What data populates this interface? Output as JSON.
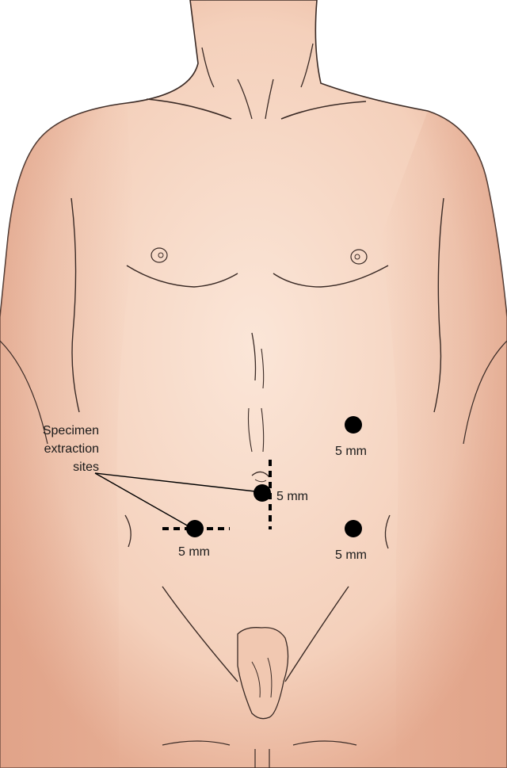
{
  "callout": {
    "lines": [
      "Specimen",
      "extraction",
      "sites"
    ]
  },
  "ports": [
    {
      "id": "left-upper",
      "label": "5 mm"
    },
    {
      "id": "umbilical",
      "label": "5 mm"
    },
    {
      "id": "right-lower",
      "label": "5 mm"
    },
    {
      "id": "left-lower",
      "label": "5 mm"
    }
  ],
  "colors": {
    "skin": "#f6d7c3",
    "skin_shadow": "#e2a98f",
    "outline": "#3a2a25",
    "port": "#000000"
  }
}
